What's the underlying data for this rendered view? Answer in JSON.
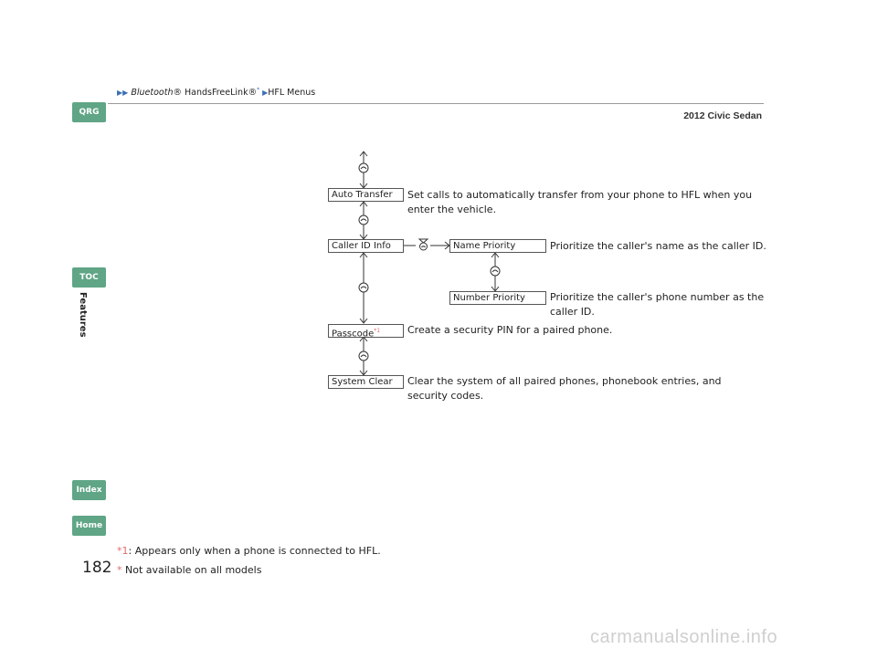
{
  "breadcrumb": {
    "part1": "Bluetooth",
    "part2": "® HandsFreeLink®",
    "sup": "*",
    "part3": "HFL Menus"
  },
  "model_name": "2012 Civic Sedan",
  "side_nav": {
    "qrg": "QRG",
    "toc": "TOC",
    "index": "Index",
    "home": "Home"
  },
  "section_label": "Features",
  "menu": {
    "auto_transfer": {
      "label": "Auto Transfer",
      "desc": "Set calls to automatically transfer from your phone to HFL when you enter the vehicle."
    },
    "caller_id_info": {
      "label": "Caller ID Info"
    },
    "name_priority": {
      "label": "Name Priority",
      "desc": "Prioritize the caller's name as the caller ID."
    },
    "number_priority": {
      "label": "Number Priority",
      "desc": "Prioritize the caller's phone number as the caller ID."
    },
    "passcode": {
      "label": "Passcode",
      "sup": "*1",
      "desc": "Create a security PIN for a paired phone."
    },
    "system_clear": {
      "label": "System Clear",
      "desc": "Clear the system of all paired phones, phonebook entries, and security codes."
    }
  },
  "footnotes": {
    "note1_mark": "*1",
    "note1_text": ": Appears only when a phone is connected to HFL.",
    "note2_mark": "*",
    "note2_text": " Not available on all models"
  },
  "page_number": "182",
  "watermark": "carmanualsonline.info",
  "colors": {
    "nav_green": "#5fa586",
    "accent_blue": "#3b6fb6",
    "footnote_red": "#e06b6b"
  },
  "icons": [
    "talk-icon",
    "pick-up-icon"
  ]
}
